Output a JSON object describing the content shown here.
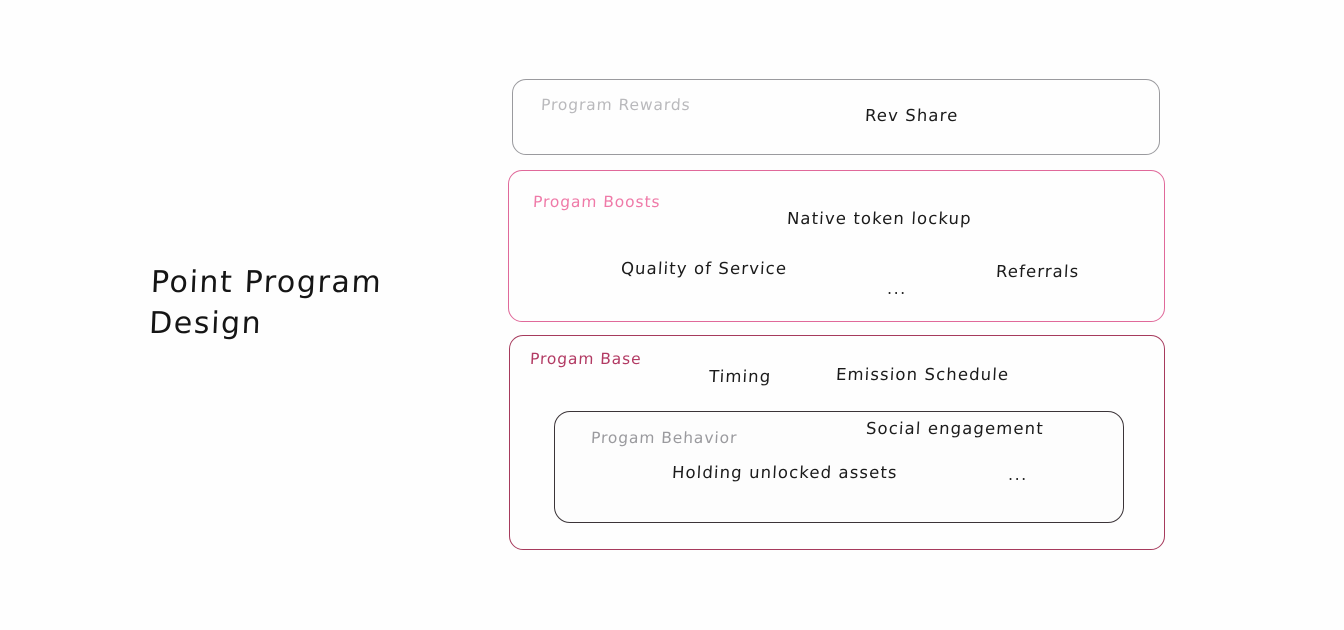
{
  "title": {
    "line1": "Point Program",
    "line2": "Design"
  },
  "colors": {
    "background": "#fefefe",
    "rewards_border": "#9a9a9e",
    "rewards_label": "#b9b9bc",
    "boosts_border": "#e0699a",
    "boosts_label": "#ef7aa8",
    "base_border": "#a63a5c",
    "base_label": "#b23a63",
    "behavior_border": "#3b3438",
    "behavior_label": "#9a9a9e",
    "item_text": "#1b1b1b"
  },
  "layers": {
    "rewards": {
      "label": "Program Rewards",
      "items": [
        {
          "text": "Rev Share"
        }
      ]
    },
    "boosts": {
      "label": "Progam Boosts",
      "items": [
        {
          "text": "Native token lockup"
        },
        {
          "text": "Quality of Service"
        },
        {
          "text": "Referrals"
        }
      ],
      "ellipsis": "..."
    },
    "base": {
      "label": "Progam Base",
      "items": [
        {
          "text": "Timing"
        },
        {
          "text": "Emission Schedule"
        }
      ],
      "behavior": {
        "label": "Progam Behavior",
        "items": [
          {
            "text": "Social engagement"
          },
          {
            "text": "Holding unlocked assets"
          }
        ],
        "ellipsis": "..."
      }
    }
  }
}
